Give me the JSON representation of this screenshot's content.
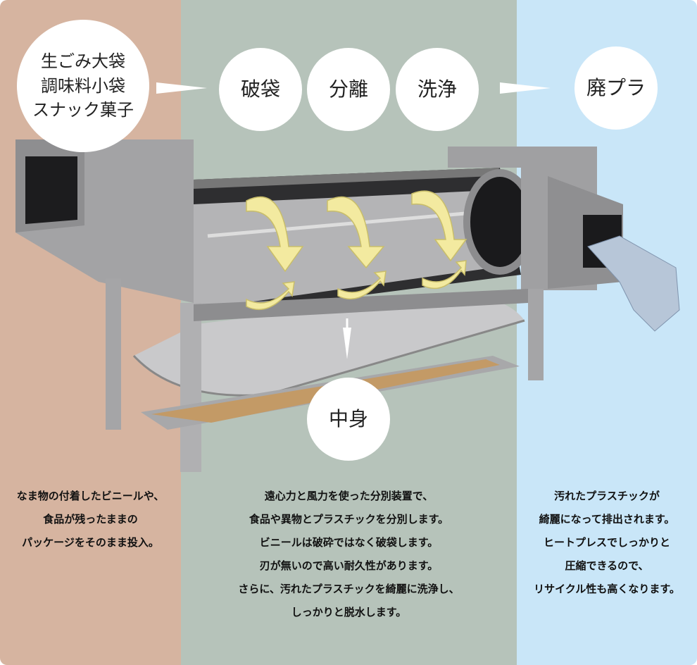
{
  "input_bubble": {
    "lines": [
      "生ごみ大袋",
      "調味料小袋",
      "スナック菓子"
    ]
  },
  "process_steps": [
    "破袋",
    "分離",
    "洗浄"
  ],
  "output_bubble": "廃プラ",
  "contents_bubble": "中身",
  "descriptions": {
    "left": [
      "なま物の付着したビニールや、",
      "食品が残ったままの",
      "パッケージをそのまま投入。"
    ],
    "middle": [
      "遠心力と風力を使った分別装置で、",
      "食品や異物とプラスチックを分別します。",
      "ビニールは破砕ではなく破袋します。",
      "刃が無いので高い耐久性があります。",
      "さらに、汚れたプラスチックを綺麗に洗浄し、",
      "しっかりと脱水します。"
    ],
    "right": [
      "汚れたプラスチックが",
      "綺麗になって排出されます。",
      "ヒートプレスでしっかりと",
      "圧縮できるので、",
      "リサイクル性も高くなります。"
    ]
  },
  "colors": {
    "input_panel": "#d6b4a0",
    "process_panel": "#b6c3ba",
    "output_panel": "#c9e6f8",
    "machine": "#9a9a9c",
    "rotation_arrow": "#f3eaa0"
  }
}
